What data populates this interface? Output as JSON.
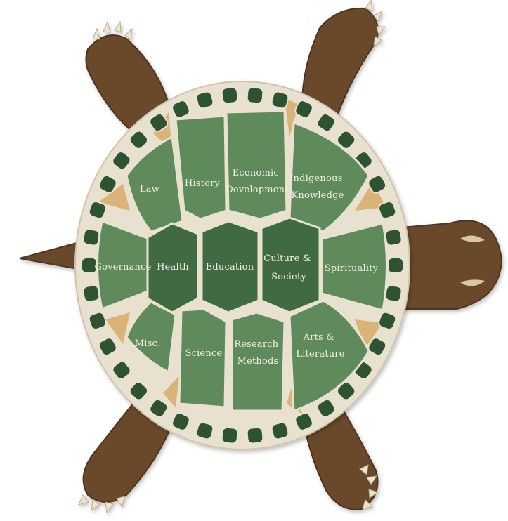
{
  "colors": {
    "body_brown": "#6b4a2b",
    "body_brown_dark": "#4e3520",
    "shell_cream": "#e8e1cf",
    "shell_tan": "#d9b377",
    "scute_green": "#5e8b5c",
    "scute_green_dark": "#3f6a42",
    "rim_green": "#2f5233",
    "claw": "#ece4cf"
  },
  "sections": {
    "law": "Law",
    "history": "History",
    "economic_development": [
      "Economic",
      "Development"
    ],
    "indigenous_knowledge": [
      "Indigenous",
      "Knowledge"
    ],
    "governance": "Governance",
    "health": "Health",
    "education": "Education",
    "culture_society": [
      "Culture &",
      "Society"
    ],
    "spirituality": "Spirituality",
    "misc": "Misc.",
    "science": "Science",
    "research_methods": [
      "Research",
      "Methods"
    ],
    "arts_literature": [
      "Arts &",
      "Literature"
    ]
  }
}
